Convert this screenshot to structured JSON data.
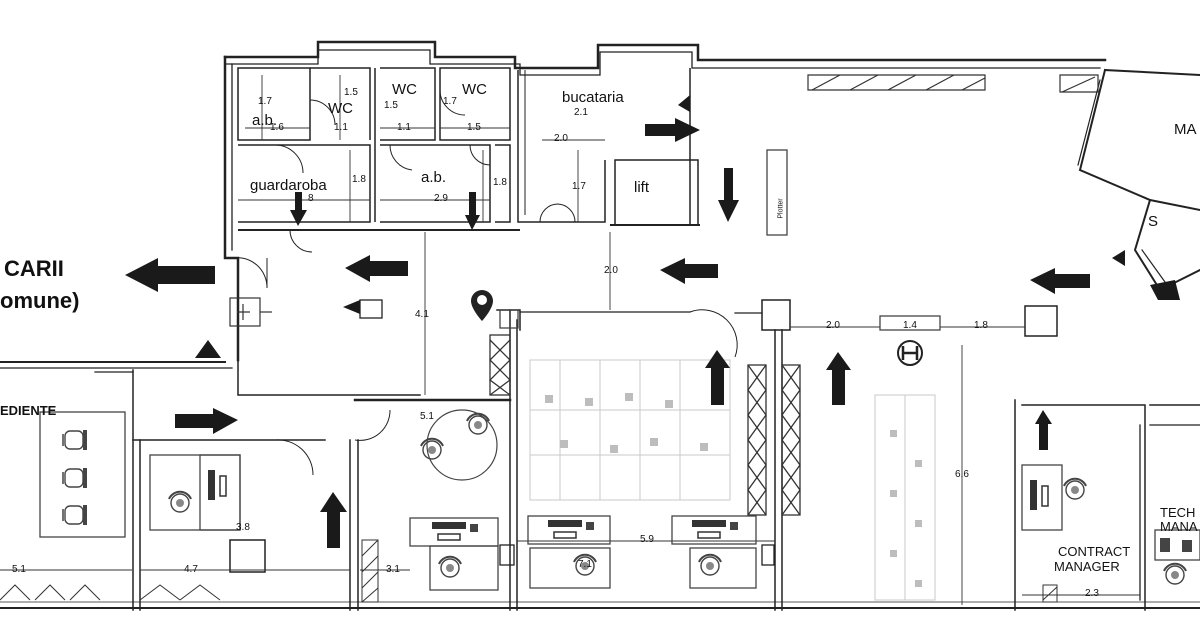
{
  "rooms": {
    "ab_left": "a.b.",
    "wc_1": "WC",
    "wc_2": "WC",
    "wc_3": "WC",
    "guardaroba": "guardaroba",
    "ab_right": "a.b.",
    "bucataria": "bucataria",
    "lift": "lift",
    "manager_partial": "MA",
    "s_mark": "S",
    "scari_partial": "CARII",
    "comune_partial": "omune)",
    "expediente_partial": "EDIENTE",
    "contract_manager_1": "CONTRACT",
    "contract_manager_2": "MANAGER",
    "tech_manager_1": "TECH",
    "tech_manager_2": "MANA",
    "plotter": "Plotter",
    "helipad": "H"
  },
  "dimensions": {
    "d_1_7a": "1.7",
    "d_1_6": "1.6",
    "d_1_5a": "1.5",
    "d_1_1a": "1.1",
    "d_1_5b": "1.5",
    "d_1_1b": "1.1",
    "d_1_7b": "1.7",
    "d_1_5c": "1.5",
    "d_2_1": "2.1",
    "d_2_0a": "2.0",
    "d_1_7c": "1.7",
    "d_1_8a": "1.8",
    "d_8": "8",
    "d_2_9": "2.9",
    "d_1_8b": "1.8",
    "d_2_0b": "2.0",
    "d_4_1": "4.1",
    "d_2_0c": "2.0",
    "d_1_4": "1.4",
    "d_1_8c": "1.8",
    "d_6_6": "6.6",
    "d_5_1a": "5.1",
    "d_3_8": "3.8",
    "d_5_1b": "5.1",
    "d_4_7": "4.7",
    "d_3_1": "3.1",
    "d_7_1": "7.1",
    "d_5_9": "5.9",
    "d_2_3": "2.3"
  },
  "colors": {
    "wall": "#222222",
    "arrow": "#1a1a1a",
    "furniture": "#555555",
    "faint": "#c8c8c8"
  },
  "icons": {
    "arrow": "arrow-icon",
    "chair": "chair-icon",
    "wifi": "wifi-pin-icon",
    "helipad": "helipad-icon",
    "extinguisher": "extinguisher-icon"
  }
}
